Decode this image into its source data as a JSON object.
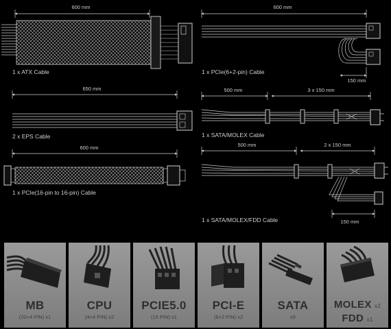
{
  "cables": {
    "atx": {
      "caption": "1 x ATX Cable",
      "length": "600 mm"
    },
    "pcie62": {
      "caption": "1 x PCIe(6+2-pin) Cable",
      "length": "600 mm",
      "branch": "150 mm"
    },
    "eps": {
      "caption": "2 x EPS Cable",
      "length": "650 mm"
    },
    "sata_molex": {
      "caption": "1 x SATA/MOLEX Cable",
      "length_a": "500 mm",
      "length_b": "3 x 150 mm"
    },
    "pcie16": {
      "caption": "1 x PCIe(16-pin to 16-pin) Cable",
      "length": "600 mm"
    },
    "sata_molex_fdd": {
      "caption": "1 x SATA/MOLEX/FDD Cable",
      "length_a": "500 mm",
      "length_b": "2 x 150 mm",
      "branch": "150 mm"
    }
  },
  "tiles": [
    {
      "name": "MB",
      "sub": "(20+4 PIN) x1"
    },
    {
      "name": "CPU",
      "sub": "(4+4 PIN) x2"
    },
    {
      "name": "PCIE5.0",
      "sub": "(16 PIN) x1"
    },
    {
      "name": "PCI-E",
      "sub": "(6+2 PIN) x2"
    },
    {
      "name": "SATA",
      "sub": "x5"
    },
    {
      "name": "MOLEX",
      "name_qty": "x2",
      "name2": "FDD",
      "name2_qty": "x1"
    }
  ],
  "colors": {
    "background": "#000000",
    "tile": "#8c8c8c",
    "line": "#cfcfcf"
  }
}
